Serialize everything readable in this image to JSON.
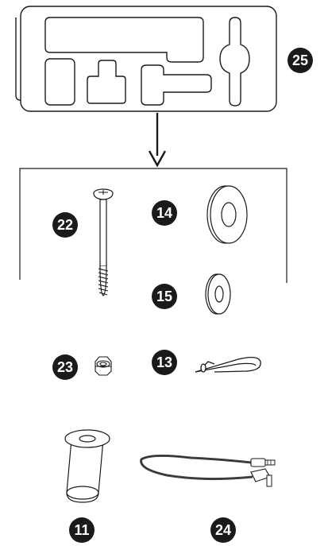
{
  "badges": {
    "tray": "25",
    "screw": "22",
    "washer_large": "14",
    "washer_small": "15",
    "nut": "23",
    "clip": "13",
    "sleeve": "11",
    "cable": "24"
  },
  "colors": {
    "ink": "#1a1a1a",
    "badge_fill": "#1a1a1a",
    "badge_text": "#ffffff",
    "part_fill": "#ffffff",
    "cable": "#4a4a4a"
  }
}
